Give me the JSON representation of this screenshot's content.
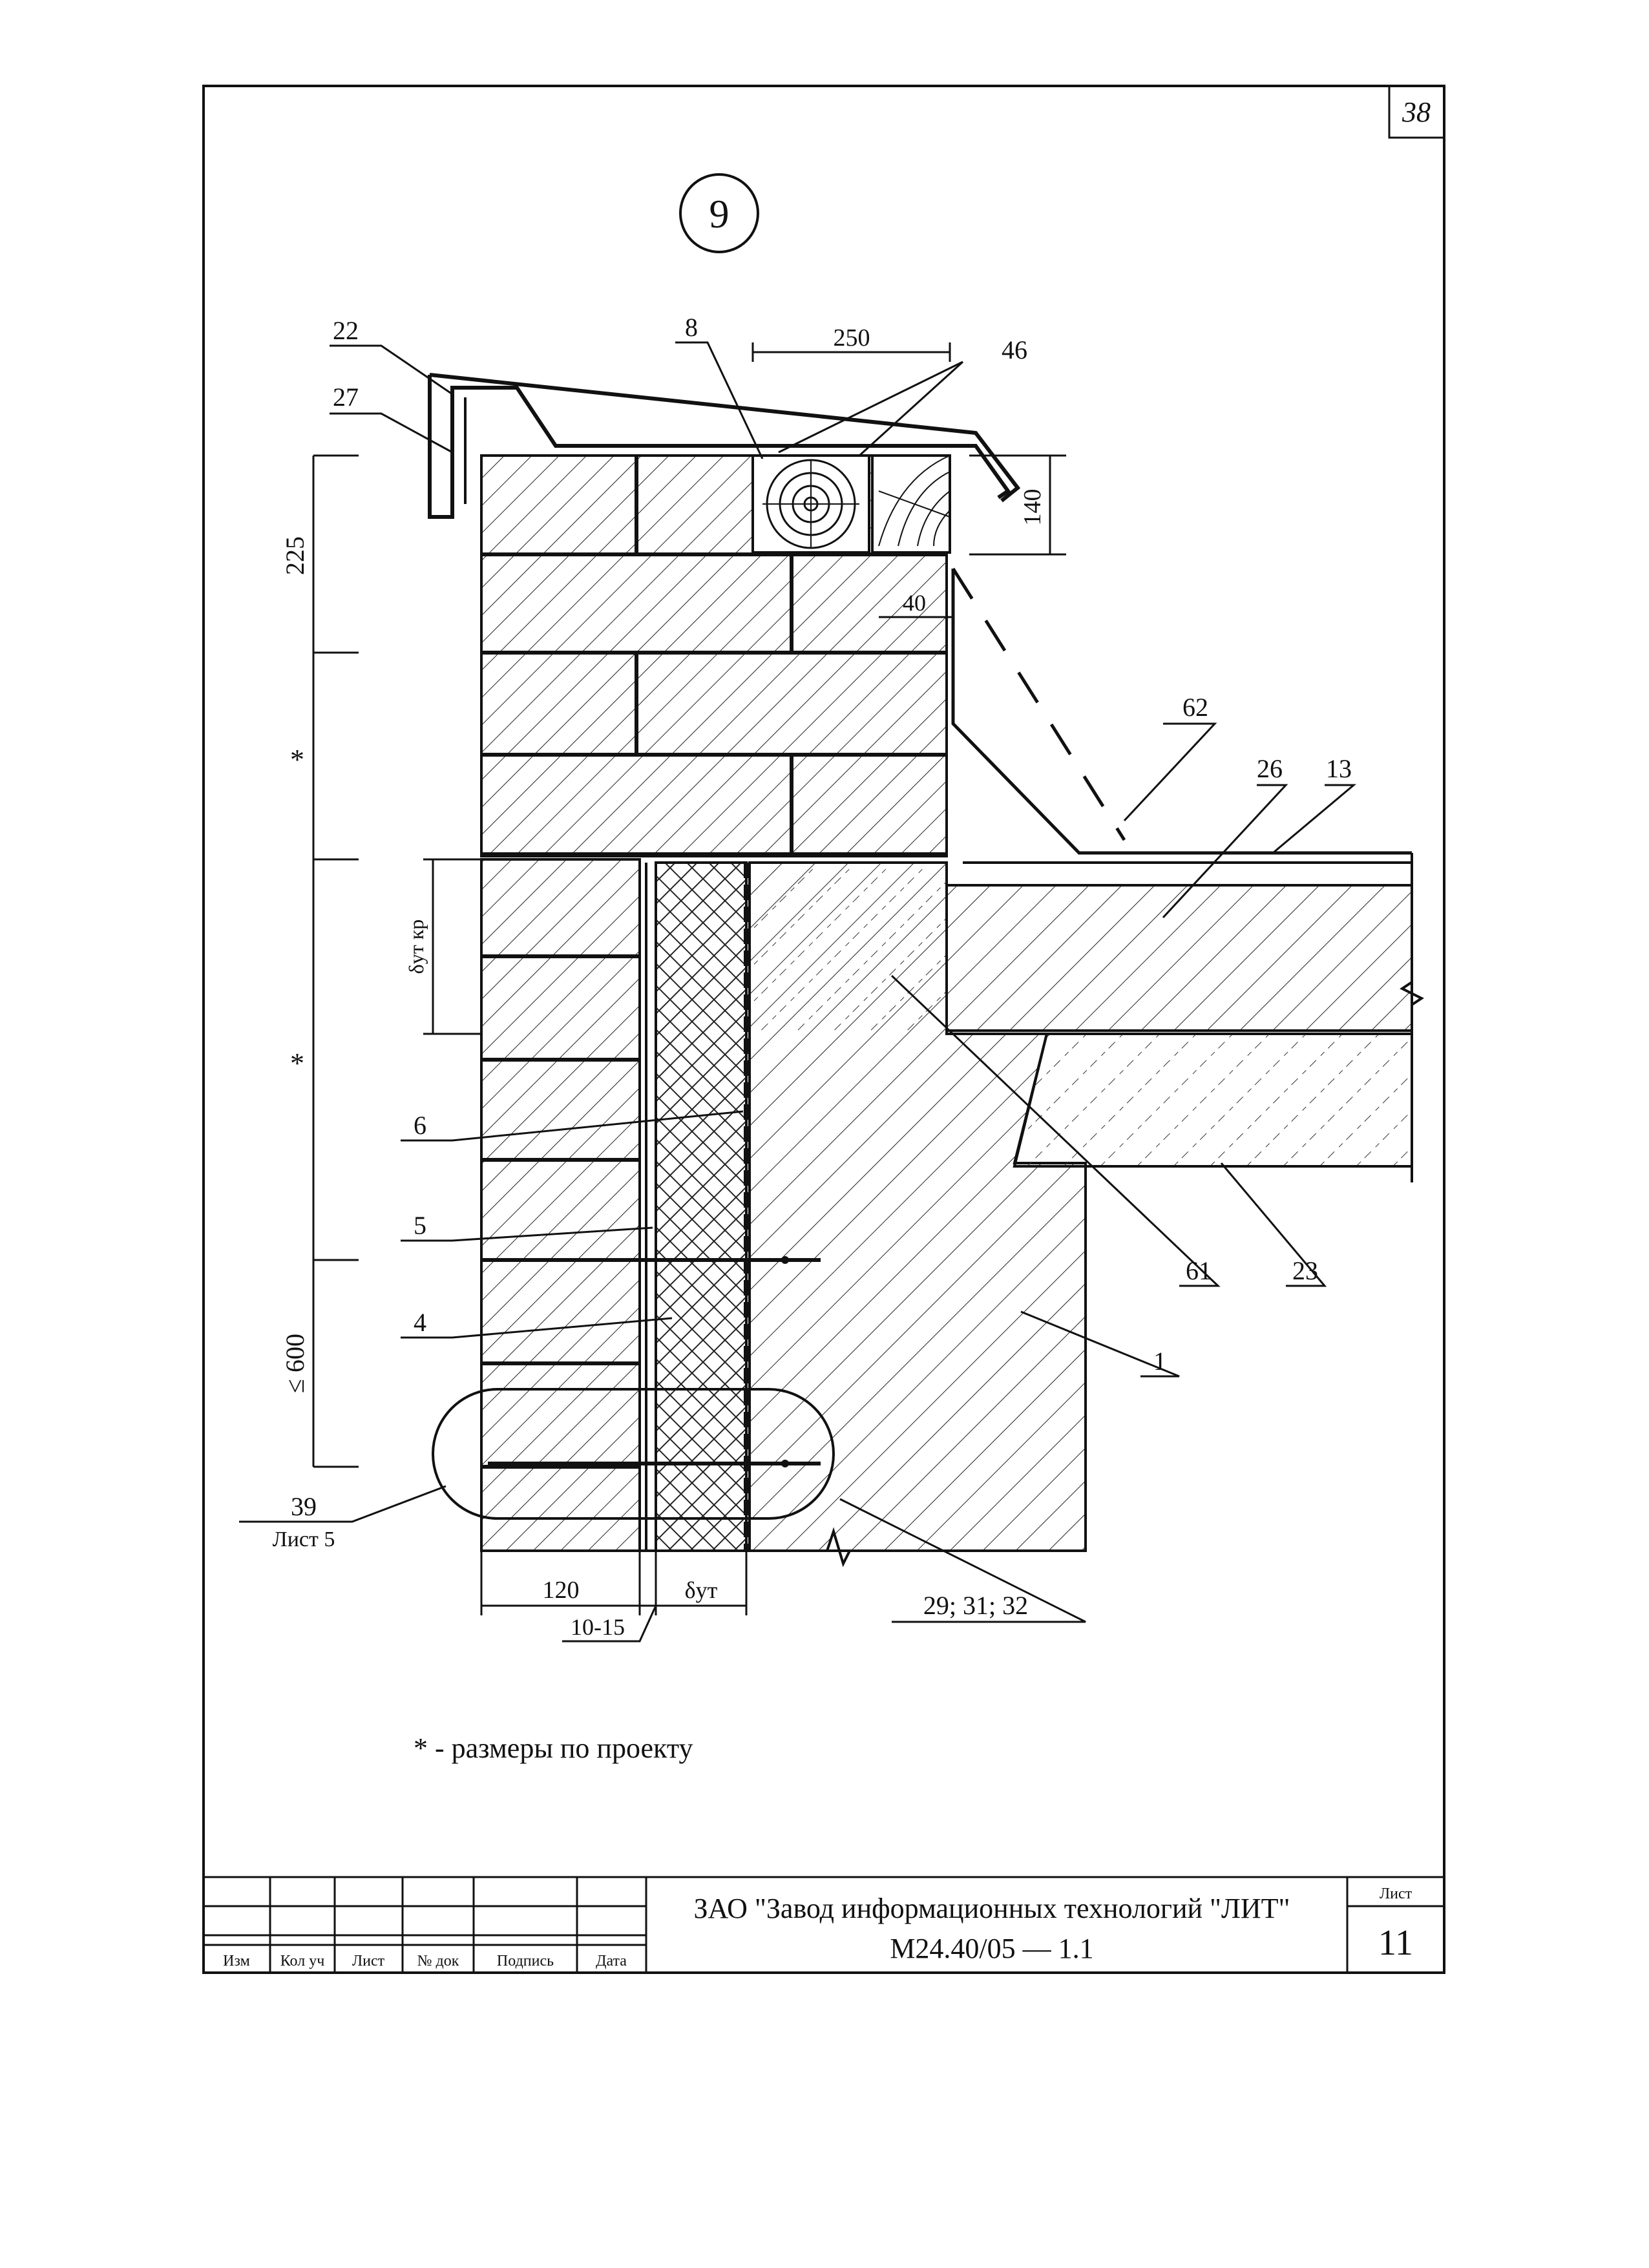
{
  "sheet_corner_number": "38",
  "detail_number": "9",
  "leader_labels": {
    "l22": "22",
    "l27": "27",
    "l8": "8",
    "l46": "46",
    "l62": "62",
    "l26": "26",
    "l13": "13",
    "l6": "6",
    "l5": "5",
    "l4": "4",
    "l61": "61",
    "l23": "23",
    "l1": "1",
    "l39": "39",
    "l39_sheet": "Лист 5",
    "l29": "29; 31; 32"
  },
  "dimensions": {
    "d250": "250",
    "d140": "140",
    "d40": "40",
    "d225": "225",
    "star1": "*",
    "star2": "*",
    "d_ut_kr": "δут кр",
    "d600": "≤ 600",
    "d120": "120",
    "d10_15": "10-15",
    "d_ut": "δут"
  },
  "note": "* - размеры по проекту",
  "title_block": {
    "organization": "ЗАО \"Завод информационных технологий \"ЛИТ\"",
    "document_code": "М24.40/05   —   1.1",
    "sheet_label": "Лист",
    "sheet_number": "11",
    "columns": [
      "Изм",
      "Кол уч",
      "Лист",
      "№ док",
      "Подпись",
      "Дата"
    ]
  }
}
